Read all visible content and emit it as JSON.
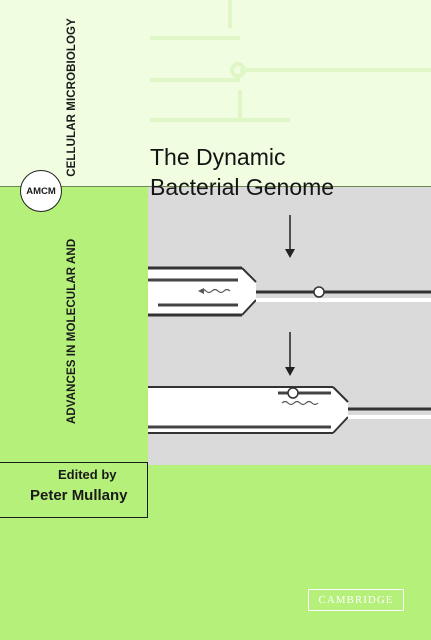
{
  "series": {
    "line1": "ADVANCES IN MOLECULAR AND",
    "line2": "CELLULAR MICROBIOLOGY",
    "badge": "AMCM"
  },
  "book": {
    "title_line1": "The Dynamic",
    "title_line2": "Bacterial Genome",
    "edited_by": "Edited by",
    "editor": "Peter Mullany",
    "publisher": "CAMBRIDGE"
  },
  "colors": {
    "background_green": "#b4f07a",
    "top_panel": "#f0fde0",
    "figure_panel": "#dadada",
    "ink": "#1a1a1a"
  }
}
